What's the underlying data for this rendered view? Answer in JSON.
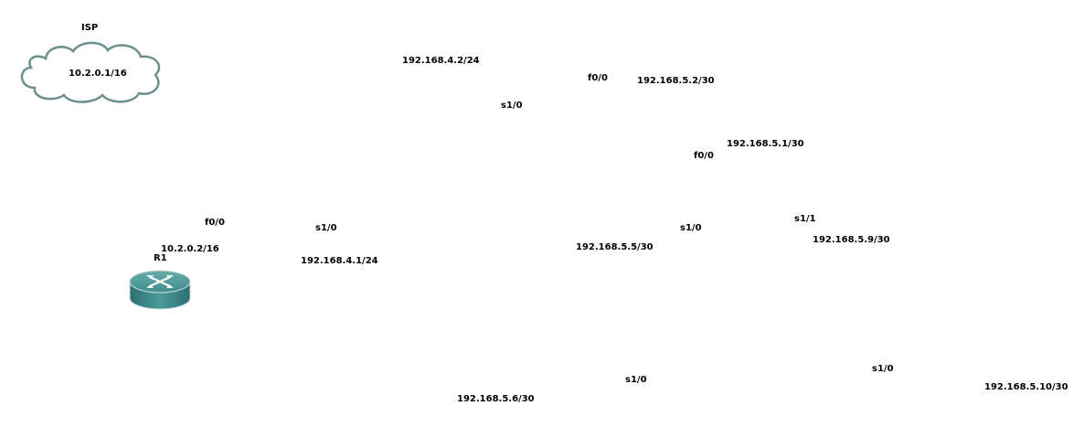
{
  "nodes": {
    "isp": {
      "name": "ISP",
      "address": "10.2.0.1/16",
      "icon": "cloud-icon"
    },
    "r1": {
      "name": "R1",
      "icon": "router-icon",
      "color": "#3f8d8e"
    }
  },
  "labels": {
    "r1_f00": "f0/0",
    "r1_f00_ip": "10.2.0.2/16",
    "r1_s10": "s1/0",
    "r1_s10_ip": "192.168.4.1/24",
    "top_s10_ip": "192.168.4.2/24",
    "top_s10": "s1/0",
    "top_f00": "f0/0",
    "top_f00_ip": "192.168.5.2/30",
    "mid_f00_ip": "192.168.5.1/30",
    "mid_f00": "f0/0",
    "mid_s10": "s1/0",
    "mid_s10_ip": "192.168.5.5/30",
    "mid_s11": "s1/1",
    "mid_s11_ip": "192.168.5.9/30",
    "bot_s10": "s1/0",
    "bot_s10_ip": "192.168.5.6/30",
    "right_s10": "s1/0",
    "right_s10_ip": "192.168.5.10/30"
  }
}
